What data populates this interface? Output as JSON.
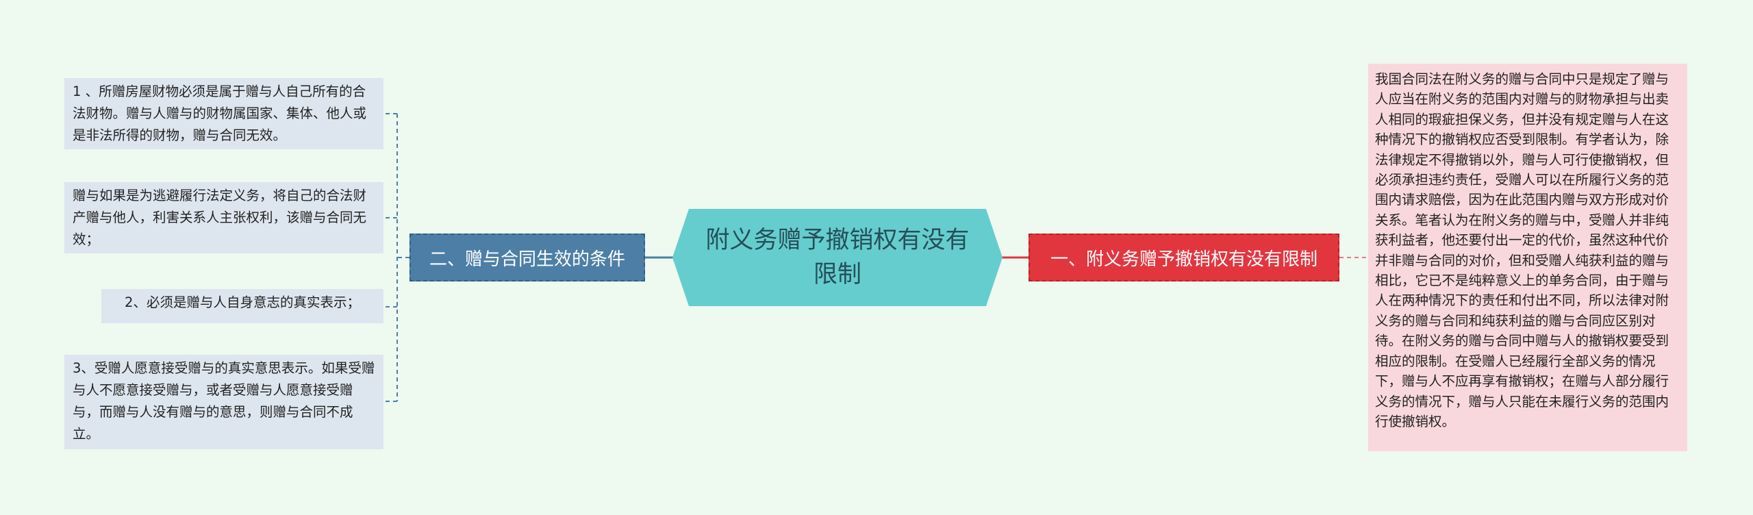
{
  "center": {
    "title": "附义务赠予撤销权有没有限制"
  },
  "branches": {
    "left": {
      "label": "二、赠与合同生效的条件"
    },
    "right": {
      "label": "一、附义务赠予撤销权有没有限制"
    }
  },
  "leaves_left": [
    {
      "text": " 1 、所赠房屋财物必须是属于赠与人自己所有的合法财物。赠与人赠与的财物属国家、集体、他人或是非法所得的财物，赠与合同无效。"
    },
    {
      "text": "赠与如果是为逃避履行法定义务，将自己的合法财产赠与他人，利害关系人主张权利，该赠与合同无效；"
    },
    {
      "text": "2、必须是赠与人自身意志的真实表示；"
    },
    {
      "text": "3、受赠人愿意接受赠与的真实意思表示。如果受赠与人不愿意接受赠与，或者受赠与人愿意接受赠与，而赠与人没有赠与的意思，则赠与合同不成立。"
    }
  ],
  "leaf_right": {
    "text": "我国合同法在附义务的赠与合同中只是规定了赠与人应当在附义务的范围内对赠与的财物承担与出卖人相同的瑕疵担保义务，但并没有规定赠与人在这种情况下的撤销权应否受到限制。有学者认为，除法律规定不得撤销以外，赠与人可行使撤销权，但必须承担违约责任，受赠人可以在所履行义务的范围内请求赔偿，因为在此范围内赠与双方形成对价关系。笔者认为在附义务的赠与中，受赠人并非纯获利益者，他还要付出一定的代价，虽然这种代价并非赠与合同的对价，但和受赠人纯获利益的赠与相比，它已不是纯粹意义上的单务合同，由于赠与人在两种情况下的责任和付出不同，所以法律对附义务的赠与合同和纯获利益的赠与合同应区别对待。在附义务的赠与合同中赠与人的撤销权要受到相应的限制。在受赠人已经履行全部义务的情况下，赠与人不应再享有撤销权；在赠与人部分履行义务的情况下，赠与人只能在未履行义务的范围内行使撤销权。"
  },
  "colors": {
    "background": "#eef9ef",
    "center": "#66cdce",
    "branch_left": "#4d7fa6",
    "branch_right": "#e2363f",
    "leaf_left": "#dde6ef",
    "leaf_right": "#f9d8dd"
  }
}
